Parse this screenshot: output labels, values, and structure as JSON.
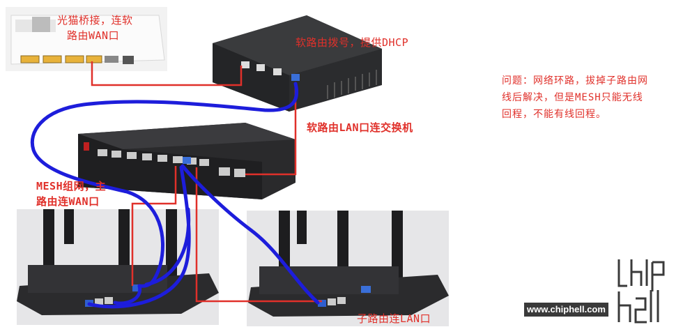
{
  "labels": {
    "modem_bridge": [
      "光猫桥接，连软",
      "路由WAN口"
    ],
    "softrouter_dial": "软路由拨号，提供DHCP",
    "softrouter_lan": "软路由LAN口连交换机",
    "mesh_main": [
      "MESH组网，主",
      "路由连WAN口"
    ],
    "sub_router": "子路由连LAN口"
  },
  "note": "问题：网络环路，拔掉子路由网线后解决，但是MESH只能无线回程，不能有线回程。",
  "watermark": {
    "url": "www.chiphell.com",
    "logo": "chiphell"
  },
  "colors": {
    "annotation": "#e0302a",
    "wired_link": "#e0302a",
    "loop_path": "#1d1ddb"
  }
}
